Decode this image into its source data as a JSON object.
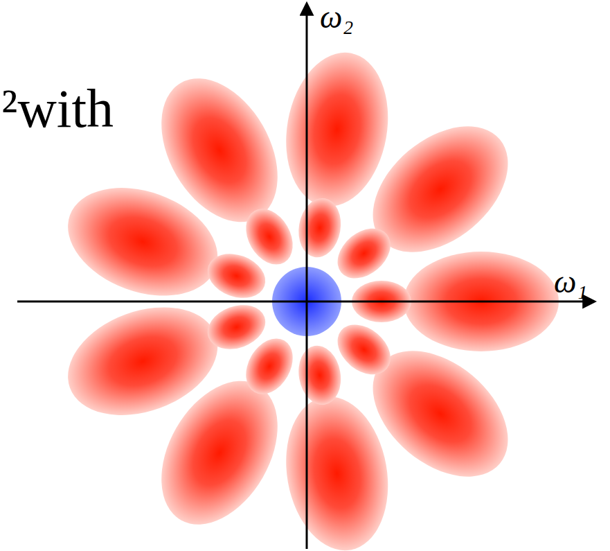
{
  "diagram": {
    "labels": [
      "²with",
      "ω₂",
      "ω₁"
    ]
  }
}
